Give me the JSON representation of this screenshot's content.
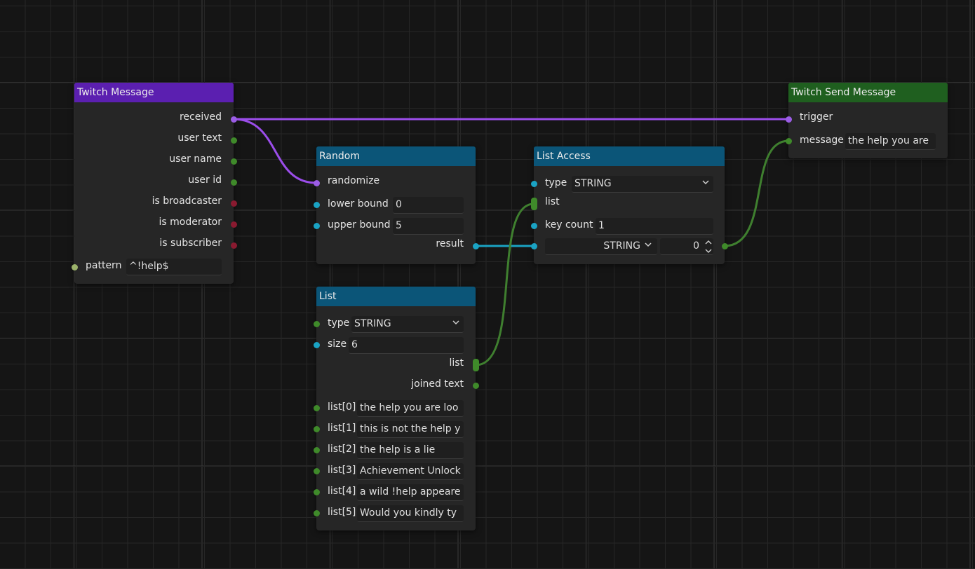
{
  "colors": {
    "twitch_header": "#5b1fb0",
    "send_header": "#1f5f1f",
    "random_header": "#0b5578",
    "list_header": "#0b5578",
    "listaccess_header": "#0b5578",
    "wire_exec": "#9b4dea",
    "wire_string": "#3f7f2f",
    "wire_number": "#1aa3c4"
  },
  "twitch_message": {
    "title": "Twitch Message",
    "outputs": [
      "received",
      "user text",
      "user name",
      "user id",
      "is broadcaster",
      "is moderator",
      "is subscriber"
    ],
    "pattern_label": "pattern",
    "pattern_value": "^!help$"
  },
  "random": {
    "title": "Random",
    "randomize_label": "randomize",
    "lower_label": "lower bound",
    "lower_value": "0",
    "upper_label": "upper bound",
    "upper_value": "5",
    "result_label": "result"
  },
  "list": {
    "title": "List",
    "type_label": "type",
    "type_value": "STRING",
    "size_label": "size",
    "size_value": "6",
    "list_label": "list",
    "joined_label": "joined text",
    "items": [
      {
        "label": "list[0]",
        "value": "the help you are loo"
      },
      {
        "label": "list[1]",
        "value": "this is not the help y"
      },
      {
        "label": "list[2]",
        "value": "the help is a lie"
      },
      {
        "label": "list[3]",
        "value": "Achievement Unlock"
      },
      {
        "label": "list[4]",
        "value": "a wild !help appeare"
      },
      {
        "label": "list[5]",
        "value": "Would you kindly ty"
      }
    ]
  },
  "list_access": {
    "title": "List Access",
    "type_label": "type",
    "type_value": "STRING",
    "list_label": "list",
    "keycount_label": "key count",
    "keycount_value": "1",
    "key_type_value": "STRING",
    "key_index_value": "0"
  },
  "twitch_send": {
    "title": "Twitch Send Message",
    "trigger_label": "trigger",
    "message_label": "message",
    "message_value": "the help you are"
  }
}
